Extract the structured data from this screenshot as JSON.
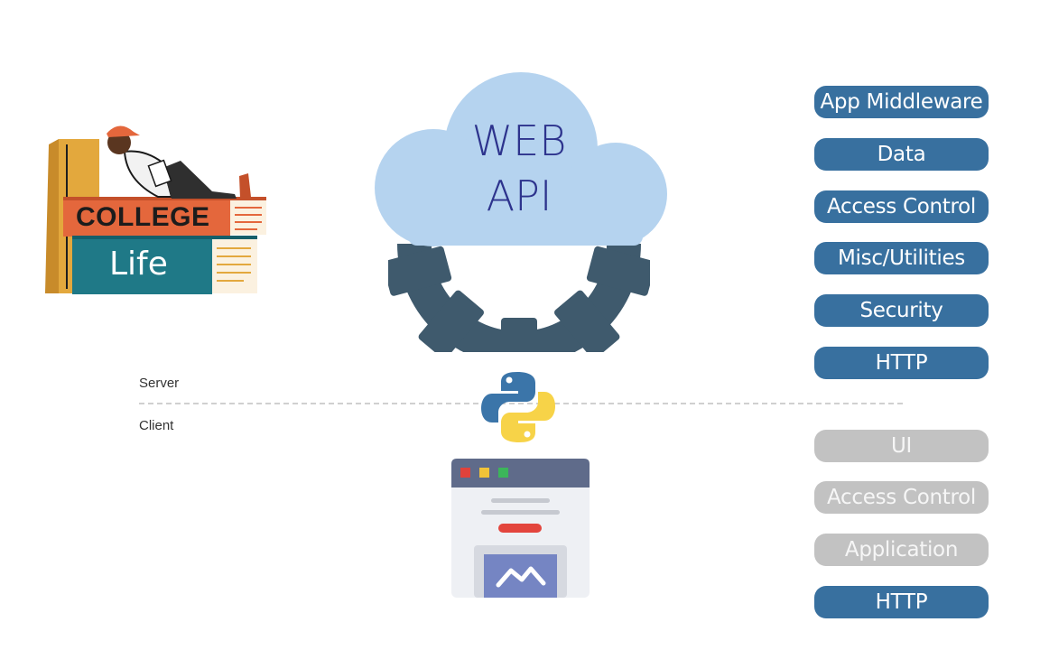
{
  "logo": {
    "line1": "COLLEGE",
    "line2": "Life"
  },
  "cloud": {
    "line1": "WEB",
    "line2": "API"
  },
  "tiers": {
    "server": "Server",
    "client": "Client"
  },
  "server_layers": [
    {
      "label": "App Middleware"
    },
    {
      "label": "Data"
    },
    {
      "label": "Access Control"
    },
    {
      "label": "Misc/Utilities"
    },
    {
      "label": "Security"
    },
    {
      "label": "HTTP"
    }
  ],
  "client_layers": [
    {
      "label": "UI",
      "active": false
    },
    {
      "label": "Access Control",
      "active": false
    },
    {
      "label": "Application",
      "active": false
    },
    {
      "label": "HTTP",
      "active": true
    }
  ],
  "colors": {
    "server_pill": "#38709f",
    "client_pill_muted": "#c2c2c2",
    "cloud": "#b5d3ef",
    "gear": "#3f5a6d",
    "cloud_text": "#2d338d"
  },
  "icons": {
    "logo": "college-books-logo",
    "cloud": "cloud-icon",
    "gear": "gear-icon",
    "python": "python-logo-icon",
    "browser": "browser-window-icon"
  }
}
